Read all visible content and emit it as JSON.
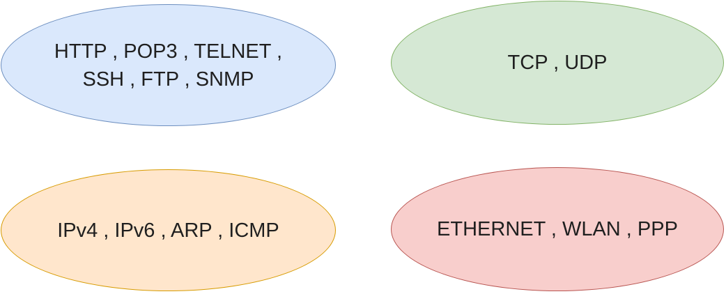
{
  "diagram": {
    "nodes": [
      {
        "lines": [
          "HTTP , POP3 , TELNET ,",
          "SSH , FTP , SNMP"
        ],
        "fill": "#dae8fc",
        "stroke": "#6c8ebf"
      },
      {
        "lines": [
          "TCP , UDP"
        ],
        "fill": "#d5e8d4",
        "stroke": "#82b366"
      },
      {
        "lines": [
          "IPv4 , IPv6 , ARP , ICMP"
        ],
        "fill": "#ffe6cc",
        "stroke": "#d79b00"
      },
      {
        "lines": [
          "ETHERNET , WLAN , PPP"
        ],
        "fill": "#f8cecc",
        "stroke": "#b85450"
      }
    ]
  }
}
